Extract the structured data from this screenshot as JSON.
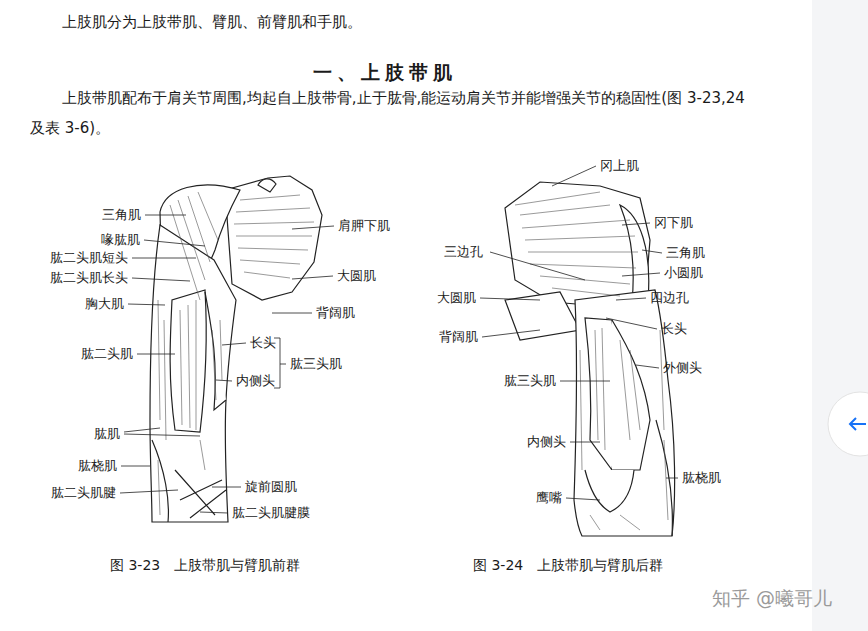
{
  "diagram": {
    "title": "一、上肢带肌",
    "labels": [
      "上肢肌分为上肢带肌、臂肌、前臂肌和手肌。",
      "上肢带肌配布于肩关节周围,均起自上肢带骨,止于肱骨,能运动肩关节并能增强关节的稳固性(图 3-23,24 及表 3-6)。",
      "三角肌",
      "喙肱肌",
      "肱二头肌短头",
      "肱二头肌长头",
      "胸大肌",
      "肱二头肌",
      "肱肌",
      "肱桡肌",
      "肱二头肌腱",
      "肩胛下肌",
      "大圆肌",
      "背阔肌",
      "长头",
      "肱三头肌",
      "内侧头",
      "旋前圆肌",
      "肱二头肌腱膜",
      "图 3-23　上肢带肌与臂肌前群",
      "冈上肌",
      "冈下肌",
      "三边孔",
      "三角肌",
      "小圆肌",
      "大圆肌",
      "四边孔",
      "背阔肌",
      "长头",
      "外侧头",
      "肱三头肌",
      "内侧头",
      "肱桡肌",
      "鹰嘴",
      "图 3-24　上肢带肌与臂肌后群",
      "知乎 @曦哥儿"
    ]
  }
}
